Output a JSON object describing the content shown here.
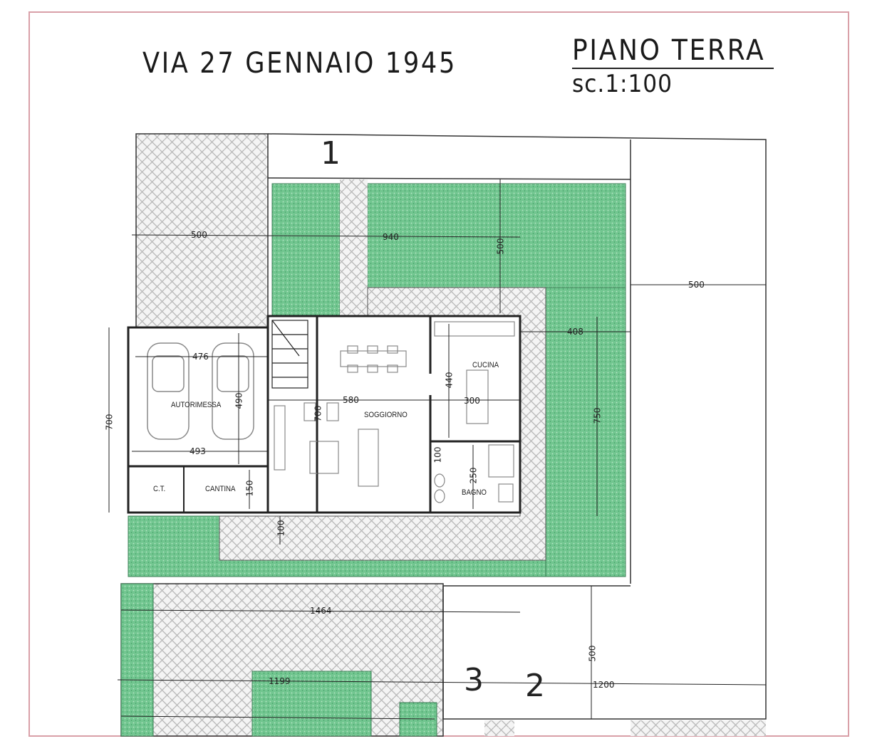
{
  "header": {
    "street": "VIA 27 GENNAIO 1945",
    "plan_title": "PIANO TERRA",
    "scale": "sc.1:100"
  },
  "colors": {
    "frame": "#d9a0a8",
    "lawn": "#6fc48e",
    "lawn_dark": "#4fa873",
    "paving": "#f2f2f2",
    "line": "#333333"
  },
  "rooms": {
    "garage": "AUTORIMESSA",
    "boiler": "C.T.",
    "cellar": "CANTINA",
    "living": "SOGGIORNO",
    "kitchen": "CUCINA",
    "bathroom": "BAGNO"
  },
  "dimensions": {
    "top_left_500": "500",
    "top_940": "940",
    "top_vertical_500": "500",
    "right_500": "500",
    "right_408": "408",
    "right_750": "750",
    "garage_476": "476",
    "garage_490": "490",
    "garage_493": "493",
    "left_700": "700",
    "cellar_150": "150",
    "living_580": "580",
    "living_700": "700",
    "kitchen_440": "440",
    "kitchen_300": "300",
    "bath_100": "100",
    "bath_250": "250",
    "bottom_100": "100",
    "yard_1464": "1464",
    "yard_1199": "1199",
    "yard_500": "500",
    "yard_1200": "1200"
  },
  "markers": {
    "m1": "1",
    "m2": "2",
    "m3": "3"
  }
}
